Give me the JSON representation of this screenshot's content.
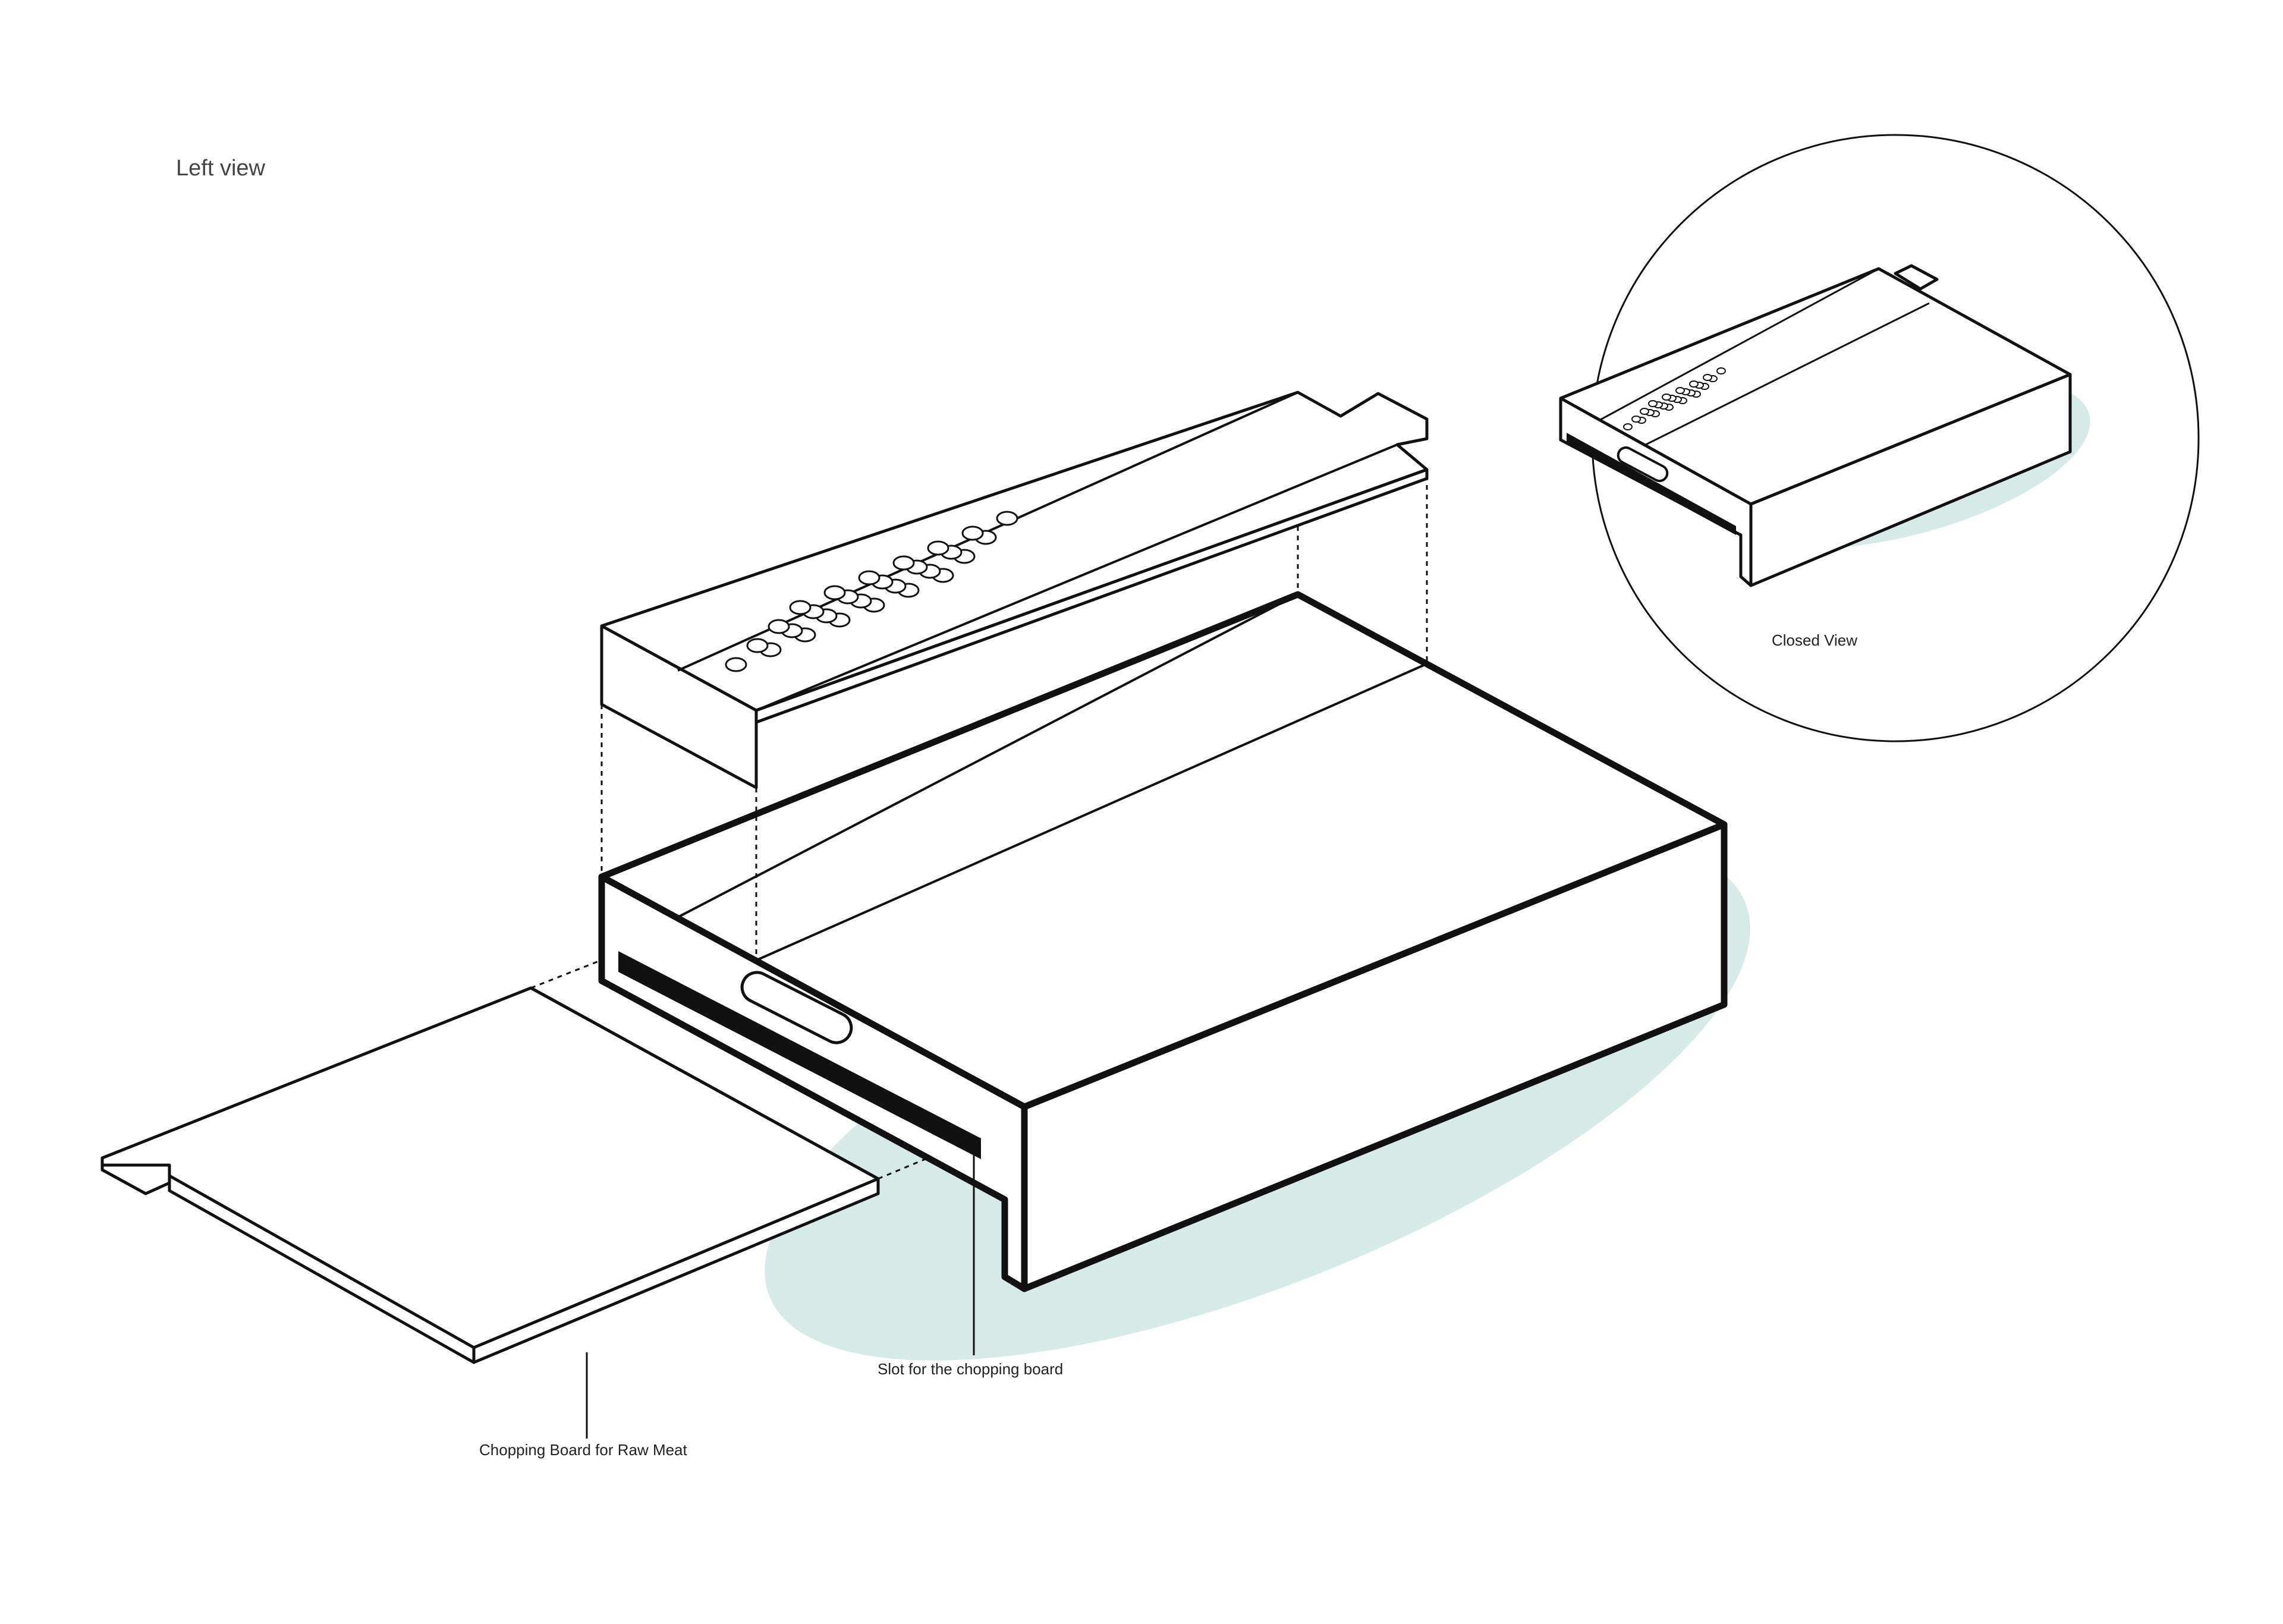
{
  "view_title": "Left view",
  "labels": {
    "closed_view": "Closed View",
    "slot": "Slot for the chopping board",
    "board": "Chopping Board for Raw Meat"
  },
  "colors": {
    "shadow": "#d6ebe7",
    "line": "#111111"
  }
}
